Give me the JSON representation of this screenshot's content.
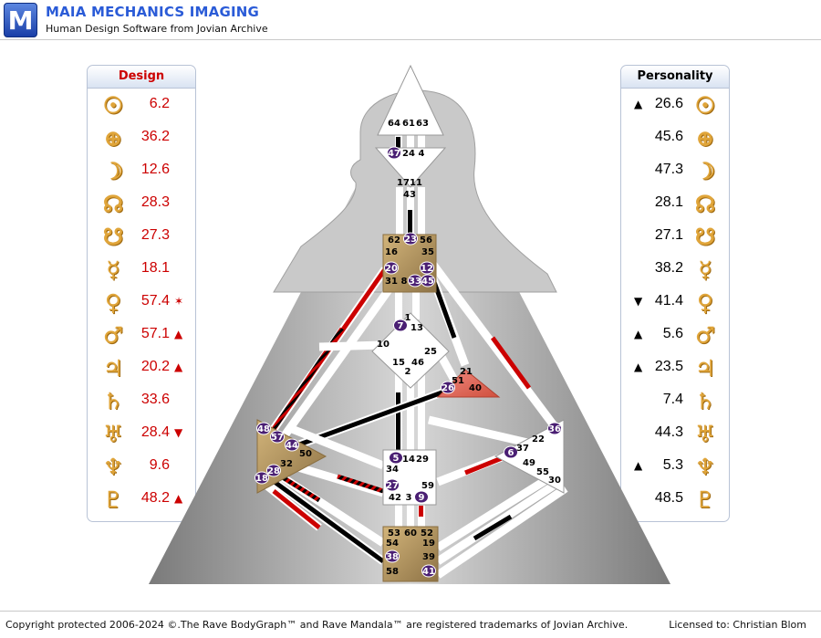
{
  "header": {
    "logo_letter": "M",
    "title": "MAIA MECHANICS IMAGING",
    "subtitle": "Human Design Software from Jovian Archive"
  },
  "design": {
    "title": "Design",
    "rows": [
      {
        "planet": "sun-icon",
        "glyph": "☉",
        "value": "6.2",
        "mark": ""
      },
      {
        "planet": "earth-icon",
        "glyph": "⊕",
        "value": "36.2",
        "mark": ""
      },
      {
        "planet": "moon-icon",
        "glyph": "☽",
        "value": "12.6",
        "mark": ""
      },
      {
        "planet": "north-node-icon",
        "glyph": "☊",
        "value": "28.3",
        "mark": ""
      },
      {
        "planet": "south-node-icon",
        "glyph": "☋",
        "value": "27.3",
        "mark": ""
      },
      {
        "planet": "mercury-icon",
        "glyph": "☿",
        "value": "18.1",
        "mark": ""
      },
      {
        "planet": "venus-icon",
        "glyph": "♀",
        "value": "57.4",
        "mark": "✶"
      },
      {
        "planet": "mars-icon",
        "glyph": "♂",
        "value": "57.1",
        "mark": "▲"
      },
      {
        "planet": "jupiter-icon",
        "glyph": "♃",
        "value": "20.2",
        "mark": "▲"
      },
      {
        "planet": "saturn-icon",
        "glyph": "♄",
        "value": "33.6",
        "mark": ""
      },
      {
        "planet": "uranus-icon",
        "glyph": "♅",
        "value": "28.4",
        "mark": "▼"
      },
      {
        "planet": "neptune-icon",
        "glyph": "♆",
        "value": "9.6",
        "mark": ""
      },
      {
        "planet": "pluto-icon",
        "glyph": "♇",
        "value": "48.2",
        "mark": "▲"
      }
    ]
  },
  "personality": {
    "title": "Personality",
    "rows": [
      {
        "planet": "sun-icon",
        "glyph": "☉",
        "value": "26.6",
        "mark": "▲"
      },
      {
        "planet": "earth-icon",
        "glyph": "⊕",
        "value": "45.6",
        "mark": ""
      },
      {
        "planet": "moon-icon",
        "glyph": "☽",
        "value": "47.3",
        "mark": ""
      },
      {
        "planet": "north-node-icon",
        "glyph": "☊",
        "value": "28.1",
        "mark": ""
      },
      {
        "planet": "south-node-icon",
        "glyph": "☋",
        "value": "27.1",
        "mark": ""
      },
      {
        "planet": "mercury-icon",
        "glyph": "☿",
        "value": "38.2",
        "mark": ""
      },
      {
        "planet": "venus-icon",
        "glyph": "♀",
        "value": "41.4",
        "mark": "▼"
      },
      {
        "planet": "mars-icon",
        "glyph": "♂",
        "value": "5.6",
        "mark": "▲"
      },
      {
        "planet": "jupiter-icon",
        "glyph": "♃",
        "value": "23.5",
        "mark": "▲"
      },
      {
        "planet": "saturn-icon",
        "glyph": "♄",
        "value": "7.4",
        "mark": ""
      },
      {
        "planet": "uranus-icon",
        "glyph": "♅",
        "value": "44.3",
        "mark": ""
      },
      {
        "planet": "neptune-icon",
        "glyph": "♆",
        "value": "5.3",
        "mark": "▲"
      },
      {
        "planet": "pluto-icon",
        "glyph": "♇",
        "value": "48.5",
        "mark": ""
      }
    ]
  },
  "colors": {
    "design": "#cc0000",
    "personality": "#000000",
    "glyph": "#e0a53a",
    "defined_center": "#b89a62",
    "highlight_gate": "#4a1f73"
  },
  "centers": {
    "head": {
      "gates": [
        "64",
        "61",
        "63"
      ]
    },
    "ajna": {
      "gates": [
        "47",
        "24",
        "4",
        "17",
        "11",
        "43"
      ]
    },
    "throat": {
      "gates": [
        "62",
        "23",
        "56",
        "16",
        "35",
        "20",
        "12",
        "31",
        "8",
        "33",
        "45"
      ]
    },
    "g": {
      "gates": [
        "1",
        "7",
        "13",
        "10",
        "25",
        "15",
        "46",
        "2"
      ]
    },
    "heart": {
      "gates": [
        "21",
        "51",
        "26",
        "40"
      ]
    },
    "spleen": {
      "gates": [
        "48",
        "57",
        "44",
        "50",
        "32",
        "28",
        "18"
      ]
    },
    "solar_plexus": {
      "gates": [
        "36",
        "22",
        "6",
        "37",
        "49",
        "55",
        "30"
      ]
    },
    "sacral": {
      "gates": [
        "5",
        "14",
        "29",
        "34",
        "27",
        "59",
        "42",
        "3",
        "9"
      ]
    },
    "root": {
      "gates": [
        "53",
        "60",
        "52",
        "54",
        "19",
        "38",
        "39",
        "58",
        "41"
      ]
    }
  },
  "footer": {
    "copyright": "Copyright protected 2006-2024 ©.The Rave BodyGraph™ and Rave Mandala™ are registered trademarks of Jovian Archive.",
    "licensed": "Licensed to: Christian Blom"
  }
}
